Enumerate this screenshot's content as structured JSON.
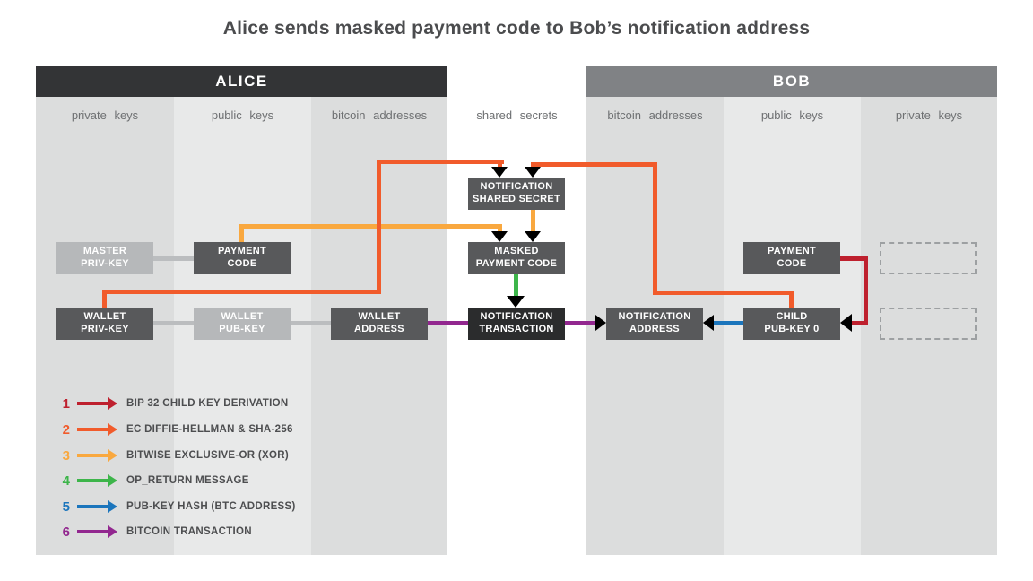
{
  "title": "Alice sends masked payment code to Bob’s notification address",
  "sections": {
    "alice": {
      "header": "ALICE",
      "columns": [
        "private keys",
        "public keys",
        "bitcoin addresses"
      ]
    },
    "middle_column": "shared secrets",
    "bob": {
      "header": "BOB",
      "columns": [
        "bitcoin addresses",
        "public keys",
        "private keys"
      ]
    }
  },
  "nodes": {
    "master_priv_key": {
      "lines": [
        "MASTER",
        "PRIV-KEY"
      ]
    },
    "alice_payment_code": {
      "lines": [
        "PAYMENT",
        "CODE"
      ]
    },
    "wallet_priv_key": {
      "lines": [
        "WALLET",
        "PRIV-KEY"
      ]
    },
    "wallet_pub_key": {
      "lines": [
        "WALLET",
        "PUB-KEY"
      ]
    },
    "wallet_address": {
      "lines": [
        "WALLET",
        "ADDRESS"
      ]
    },
    "notification_shared_secret": {
      "lines": [
        "NOTIFICATION",
        "SHARED SECRET"
      ]
    },
    "masked_payment_code": {
      "lines": [
        "MASKED",
        "PAYMENT CODE"
      ]
    },
    "notification_transaction": {
      "lines": [
        "NOTIFICATION",
        "TRANSACTION"
      ]
    },
    "notification_address": {
      "lines": [
        "NOTIFICATION",
        "ADDRESS"
      ]
    },
    "bob_payment_code": {
      "lines": [
        "PAYMENT",
        "CODE"
      ]
    },
    "child_pub_key_0": {
      "lines": [
        "CHILD",
        "PUB-KEY 0"
      ]
    }
  },
  "legend": {
    "items": [
      {
        "num": "1",
        "label": "BIP 32 CHILD KEY DERIVATION"
      },
      {
        "num": "2",
        "label": "EC DIFFIE-HELLMAN & SHA-256"
      },
      {
        "num": "3",
        "label": "BITWISE EXCLUSIVE-OR (XOR)"
      },
      {
        "num": "4",
        "label": "OP_RETURN MESSAGE"
      },
      {
        "num": "5",
        "label": "PUB-KEY HASH (BTC ADDRESS)"
      },
      {
        "num": "6",
        "label": "BITCOIN TRANSACTION"
      }
    ]
  },
  "colors": {
    "alice_header": "#333436",
    "bob_header": "#808285",
    "band_dark": "#dcdddd",
    "band_light": "#e8e9e9",
    "box_dark": "#58595b",
    "box_black": "#2b2c2d",
    "box_light": "#b6b8ba",
    "connector": "#bbbdbf",
    "dashed_border": "#9da0a2",
    "title_text": "#4b4c4e",
    "label_text": "#6e7072",
    "legend_text": "#4d4e50",
    "red": "#be202e",
    "orange": "#f15b2b",
    "amber": "#f9a83f",
    "green": "#3db54a",
    "blue": "#1b75bc",
    "purple": "#92278f"
  }
}
